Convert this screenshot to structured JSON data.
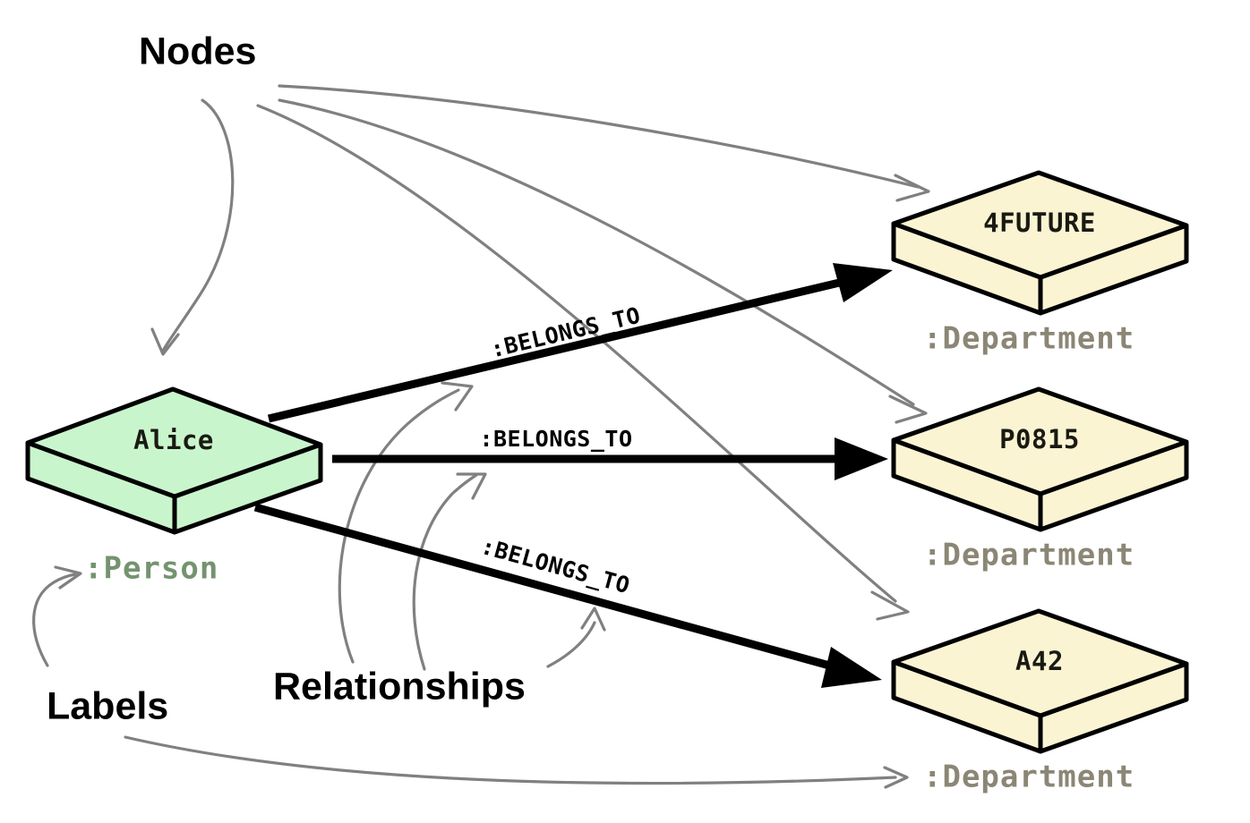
{
  "diagram": {
    "title_text": "Nodes",
    "kind": "property-graph-data-model",
    "background_color": "#ffffff"
  },
  "annotations": {
    "nodes_label": "Nodes",
    "relationships_label": "Relationships",
    "labels_label": "Labels",
    "pointer_color": "#808080"
  },
  "nodes": [
    {
      "id": "alice",
      "name": "Alice",
      "label": ":Person",
      "fill": "#c9f5cd",
      "side_fill": "#c9f5cd",
      "stroke": "#000000",
      "label_color": "#74936f"
    },
    {
      "id": "dept-4future",
      "name": "4FUTURE",
      "label": ":Department",
      "fill": "#fbf4d3",
      "side_fill": "#fbf4d3",
      "stroke": "#000000",
      "label_color": "#8b8675"
    },
    {
      "id": "dept-p0815",
      "name": "P0815",
      "label": ":Department",
      "fill": "#fbf4d3",
      "side_fill": "#fbf4d3",
      "stroke": "#000000",
      "label_color": "#8b8675"
    },
    {
      "id": "dept-a42",
      "name": "A42",
      "label": ":Department",
      "fill": "#fbf4d3",
      "side_fill": "#fbf4d3",
      "stroke": "#000000",
      "label_color": "#8b8675"
    }
  ],
  "relationships": [
    {
      "id": "rel-1",
      "type": ":BELONGS_TO",
      "from": "alice",
      "to": "dept-4future"
    },
    {
      "id": "rel-2",
      "type": ":BELONGS_TO",
      "from": "alice",
      "to": "dept-p0815"
    },
    {
      "id": "rel-3",
      "type": ":BELONGS_TO",
      "from": "alice",
      "to": "dept-a42"
    }
  ]
}
